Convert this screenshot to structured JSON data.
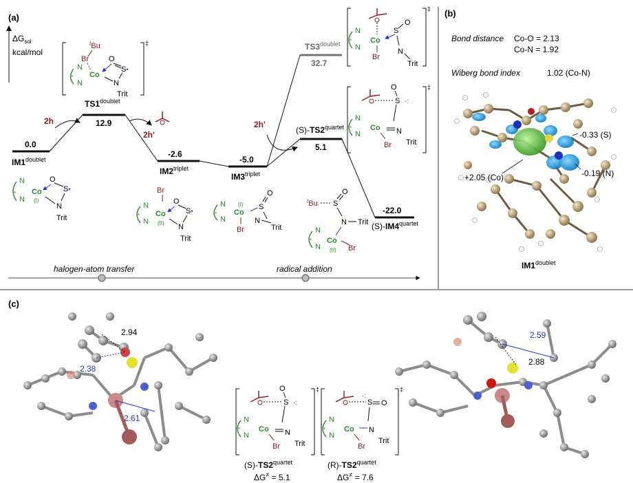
{
  "panels": {
    "a": "(a)",
    "b": "(b)",
    "c": "(c)"
  },
  "axis": {
    "label_line1": "ΔG",
    "label_sub": "sol",
    "label_line2": "kcal/mol"
  },
  "states": [
    {
      "id": "IM1",
      "name": "IM1",
      "sup": "doublet",
      "value": "0.0"
    },
    {
      "id": "TS1",
      "name": "TS1",
      "sup": "doublet",
      "value": "12.9"
    },
    {
      "id": "IM2",
      "name": "IM2",
      "sup": "triplet",
      "value": "-2.6"
    },
    {
      "id": "IM3",
      "name": "IM3",
      "sup": "triplet",
      "value": "-5.0"
    },
    {
      "id": "TS3",
      "name": "TS3",
      "sup": "doublet",
      "value": "32.7"
    },
    {
      "id": "TS2",
      "prefix": "(S)-",
      "name": "TS2",
      "sup": "quartet",
      "value": "5.1"
    },
    {
      "id": "IM4",
      "prefix": "(S)-",
      "name": "IM4",
      "sup": "quartet",
      "value": "-22.0"
    }
  ],
  "reagents": {
    "h2": "2h",
    "h2p_out": "2h'",
    "h2p_in": "2h'"
  },
  "chem": {
    "N": "N",
    "Co": "Co",
    "S": "S",
    "O": "O",
    "Br": "Br",
    "Trit": "Trit",
    "tBu": "tBu",
    "tBu_sup": "t",
    "ox1": "(I)",
    "ox2": "(II)",
    "star": "*",
    "dagger": "‡"
  },
  "process": {
    "step1": "halogen-atom transfer",
    "step2": "radical addition"
  },
  "panel_b": {
    "bond_distance_label": "Bond distance",
    "co_o": "Co-O = 2.13",
    "co_n": "Co-N = 1.92",
    "wiberg_label": "Wiberg bond index",
    "wiberg_value": "1.02 (Co-N)",
    "spin_s": "-0.33 (S)",
    "spin_co": "+2.05 (Co)",
    "spin_n": "-0.19 (N)",
    "caption": "IM1",
    "caption_sup": "doublet"
  },
  "panel_c": {
    "left_dist1": "2.94",
    "left_dist2": "2.38",
    "left_dist3": "2.61",
    "right_dist1": "2.59",
    "right_dist2": "2.88",
    "ts_s_prefix": "(S)-",
    "ts_s_name": "TS2",
    "ts_s_sup": "quartet",
    "ts_s_dg": "ΔG",
    "ts_s_dg_sup": "≠",
    "ts_s_val": " = 5.1",
    "ts_r_prefix": "(R)-",
    "ts_r_name": "TS2",
    "ts_r_sup": "quartet",
    "ts_r_dg": "ΔG",
    "ts_r_dg_sup": "≠",
    "ts_r_val": " = 7.6"
  }
}
